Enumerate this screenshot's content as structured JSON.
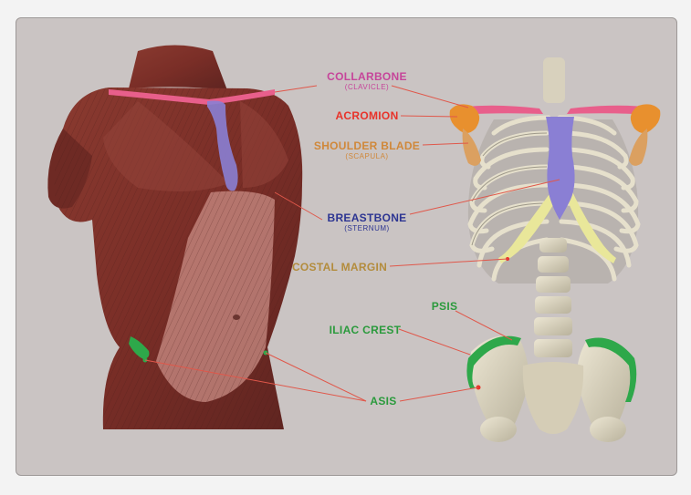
{
  "colors": {
    "background": "#cac4c3",
    "collarbone": "#c6459a",
    "acromion": "#e8332a",
    "scapula": "#d0883a",
    "sternum": "#2d3592",
    "costal": "#b38c3c",
    "pelvis": "#2a9a3c",
    "leader": "#e0574a"
  },
  "labels": {
    "collarbone": {
      "main": "COLLARBONE",
      "sub": "(CLAVICLE)"
    },
    "acromion": {
      "main": "ACROMION"
    },
    "shoulder_blade": {
      "main": "SHOULDER BLADE",
      "sub": "(SCAPULA)"
    },
    "breastbone": {
      "main": "BREASTBONE",
      "sub": "(STERNUM)"
    },
    "costal_margin": {
      "main": "COSTAL MARGIN"
    },
    "psis": {
      "main": "PSIS"
    },
    "iliac_crest": {
      "main": "ILIAC CREST"
    },
    "asis": {
      "main": "ASIS"
    }
  }
}
